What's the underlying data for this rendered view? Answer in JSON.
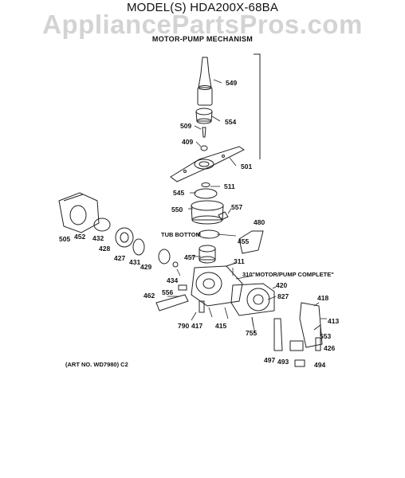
{
  "header": {
    "model": "MODEL(S) HDA200X-68BA",
    "watermark": "AppliancePartsPros.com",
    "subtitle": "MOTOR-PUMP MECHANISM"
  },
  "notes": {
    "tub_bottom": "TUB BOTTOM",
    "motor_pump_complete": "310\"MOTOR/PUMP COMPLETE\""
  },
  "art_number": "(ART NO. WD7980) C2",
  "parts": [
    {
      "id": "549"
    },
    {
      "id": "554"
    },
    {
      "id": "509"
    },
    {
      "id": "409"
    },
    {
      "id": "501"
    },
    {
      "id": "511"
    },
    {
      "id": "545"
    },
    {
      "id": "550"
    },
    {
      "id": "557"
    },
    {
      "id": "480"
    },
    {
      "id": "455"
    },
    {
      "id": "505"
    },
    {
      "id": "452"
    },
    {
      "id": "432"
    },
    {
      "id": "428"
    },
    {
      "id": "427"
    },
    {
      "id": "431"
    },
    {
      "id": "429"
    },
    {
      "id": "457"
    },
    {
      "id": "311"
    },
    {
      "id": "434"
    },
    {
      "id": "420"
    },
    {
      "id": "827"
    },
    {
      "id": "462"
    },
    {
      "id": "556"
    },
    {
      "id": "418"
    },
    {
      "id": "413"
    },
    {
      "id": "790"
    },
    {
      "id": "417"
    },
    {
      "id": "415"
    },
    {
      "id": "755"
    },
    {
      "id": "553"
    },
    {
      "id": "426"
    },
    {
      "id": "497"
    },
    {
      "id": "493"
    },
    {
      "id": "494"
    }
  ]
}
